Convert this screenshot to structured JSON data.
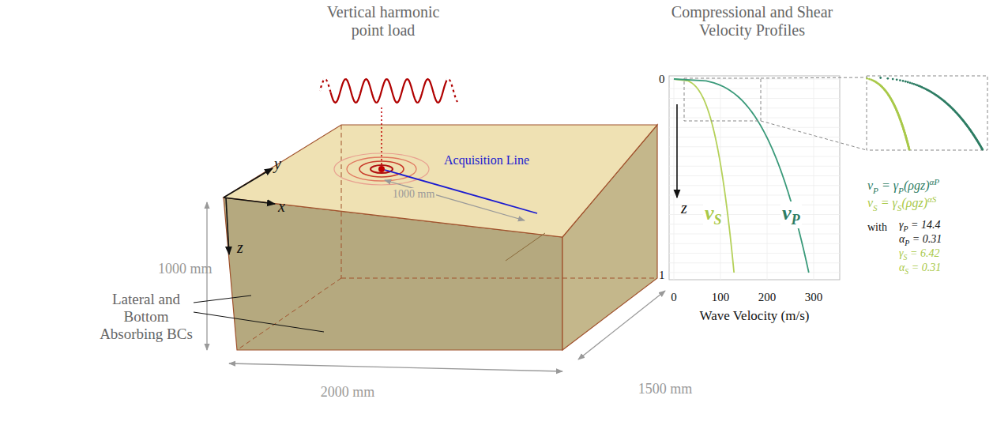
{
  "diagram": {
    "labels": [
      "Vertical harmonic point load",
      "Compressional and Shear Velocity Profiles",
      "y",
      "x",
      "z",
      "Acquisition Line",
      "1000 mm",
      "1000 mm",
      "Lateral and Bottom Absorbing BCs",
      "2000 mm",
      "1500 mm",
      "0",
      "z",
      "1",
      "vS",
      "vP",
      "0",
      "100",
      "200",
      "300",
      "Wave Velocity (m/s)",
      "vP = γP(ρgz)αP",
      "vS = γS(ρgz)αS",
      "with",
      "γP = 14.4",
      "αP = 0.31",
      "γS = 6.42",
      "αS = 0.31"
    ]
  }
}
